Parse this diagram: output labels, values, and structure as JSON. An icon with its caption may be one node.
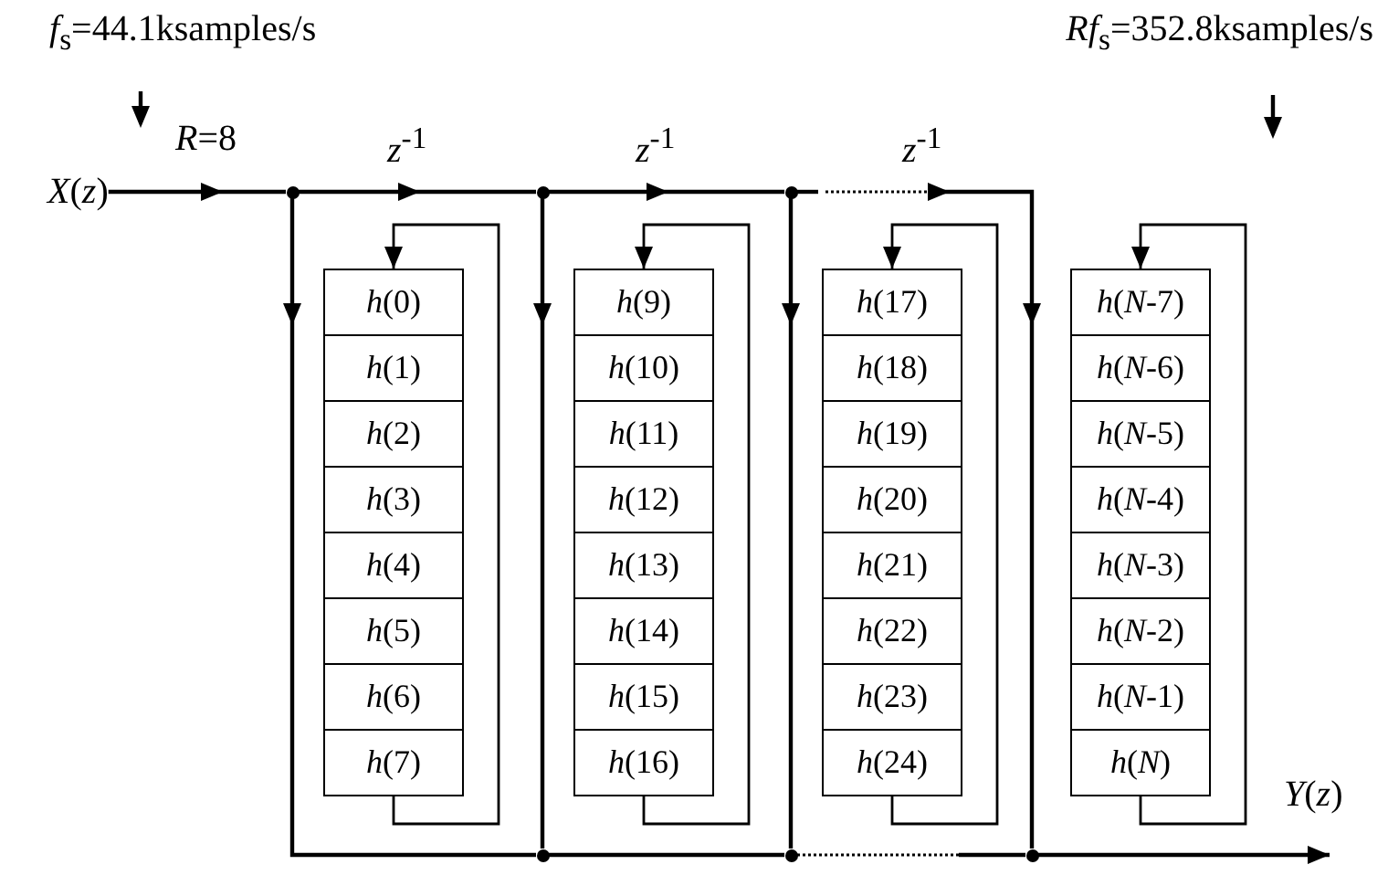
{
  "diagram": {
    "nodes": [
      {
        "text": [
          "*X*(*z*)"
        ]
      },
      {
        "text": [],
        "shape": "circle"
      },
      {
        "text": [],
        "shape": "circle"
      },
      {
        "text": [],
        "shape": "circle"
      },
      {
        "text": [
          "*h*(0)"
        ]
      },
      {
        "text": [
          "*h*(1)"
        ]
      },
      {
        "text": [
          "*h*(2)"
        ]
      },
      {
        "text": [
          "*h*(3)"
        ]
      },
      {
        "text": [
          "*h*(4)"
        ]
      },
      {
        "text": [
          "*h*(5)"
        ]
      },
      {
        "text": [
          "*h*(6)"
        ]
      },
      {
        "text": [
          "*h*(7)"
        ]
      },
      {
        "text": [
          "*h*(9)"
        ]
      },
      {
        "text": [
          "*h*(10)"
        ]
      },
      {
        "text": [
          "*h*(11)"
        ]
      },
      {
        "text": [
          "*h*(12)"
        ]
      },
      {
        "text": [
          "*h*(13)"
        ]
      },
      {
        "text": [
          "*h*(14)"
        ]
      },
      {
        "text": [
          "*h*(15)"
        ]
      },
      {
        "text": [
          "*h*(16)"
        ]
      },
      {
        "text": [
          "*h*(17)"
        ]
      },
      {
        "text": [
          "*h*(18)"
        ]
      },
      {
        "text": [
          "*h*(19)"
        ]
      },
      {
        "text": [
          "*h*(20)"
        ]
      },
      {
        "text": [
          "*h*(21)"
        ]
      },
      {
        "text": [
          "*h*(22)"
        ]
      },
      {
        "text": [
          "*h*(23)"
        ]
      },
      {
        "text": [
          "*h*(24)"
        ]
      },
      {
        "text": [
          "*h*(*N*-7)"
        ]
      },
      {
        "text": [
          "*h*(*N*-6)"
        ]
      },
      {
        "text": [
          "*h*(*N*-5)"
        ]
      },
      {
        "text": [
          "*h*(*N*-4)"
        ]
      },
      {
        "text": [
          "*h*(*N*-3)"
        ]
      },
      {
        "text": [
          "*h*(*N*-2)"
        ]
      },
      {
        "text": [
          "*h*(*N*-1)"
        ]
      },
      {
        "text": [
          "*h*(*N*)"
        ]
      },
      {
        "text": [],
        "shape": "circle"
      },
      {
        "text": [],
        "shape": "circle"
      },
      {
        "text": [],
        "shape": "circle"
      },
      {
        "text": [
          "*Y*(*z*)"
        ]
      }
    ],
    "edges": [
      {
        "from": 0,
        "to": 1,
        "arrow": "to",
        "label": "*R*=8"
      },
      {
        "from": 1,
        "to": 2,
        "arrow": "to",
        "label": "*z*$^{-1}$"
      },
      {
        "from": 2,
        "to": 3,
        "arrow": "to",
        "label": "*z*$^{-1}$"
      },
      {
        "from": 3,
        "to": 38,
        "arrow": "to",
        "label": "*z*$^{-1}$"
      },
      {
        "from": 1,
        "to": 36,
        "arrow": "to"
      },
      {
        "from": 2,
        "to": 36,
        "arrow": "to"
      },
      {
        "from": 3,
        "to": 37,
        "arrow": "to"
      },
      {
        "from": 36,
        "to": 37,
        "arrow": "none"
      },
      {
        "from": 37,
        "to": 38,
        "arrow": "none",
        "style": "dashed"
      },
      {
        "from": 38,
        "to": 39,
        "arrow": "to"
      },
      {
        "from": 11,
        "to": 4,
        "arrow": "to"
      },
      {
        "from": 19,
        "to": 12,
        "arrow": "to"
      },
      {
        "from": 27,
        "to": 20,
        "arrow": "to"
      },
      {
        "from": 35,
        "to": 28,
        "arrow": "to"
      }
    ],
    "labels": [
      "*f*$_{s}$=44.1ksamples/s",
      "*Rf*$_{s}$=352.8ksamples/s"
    ]
  }
}
